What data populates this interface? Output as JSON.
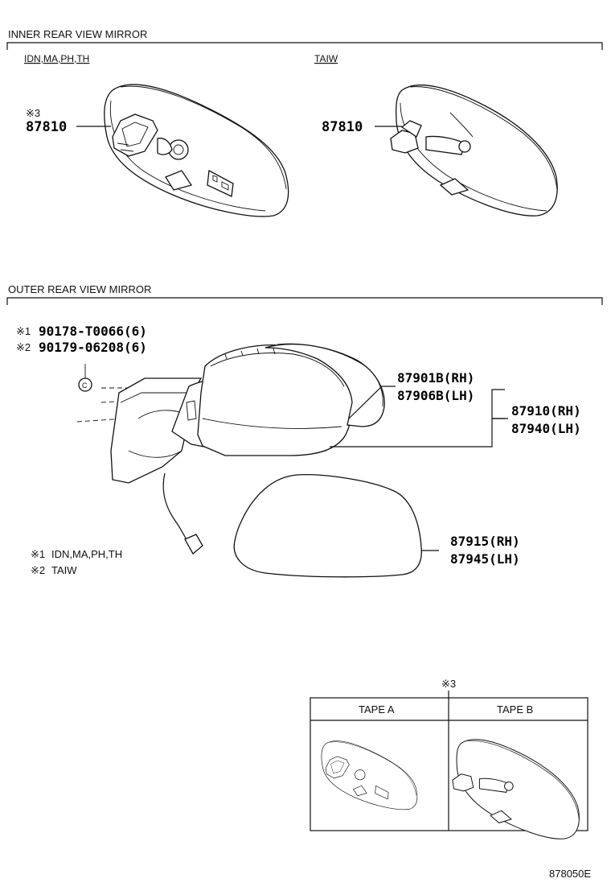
{
  "sections": {
    "inner": {
      "title": "INNER REAR VIEW MIRROR",
      "variant_left": "IDN,MA,PH,TH",
      "variant_right": "TAIW",
      "note_mark": "※3",
      "part_left": "87810",
      "part_right": "87810"
    },
    "outer": {
      "title": "OUTER REAR VIEW MIRROR",
      "fasteners": [
        {
          "mark": "※1",
          "part": "90178-T0066(6)"
        },
        {
          "mark": "※2",
          "part": "90179-06208(6)"
        }
      ],
      "fastener_icon_label": "C",
      "parts": [
        {
          "rh": "87901B(RH)",
          "lh": "87906B(LH)"
        },
        {
          "rh": "87910(RH)",
          "lh": "87940(LH)"
        },
        {
          "rh": "87915(RH)",
          "lh": "87945(LH)"
        }
      ],
      "notes": [
        {
          "mark": "※1",
          "text": "IDN,MA,PH,TH"
        },
        {
          "mark": "※2",
          "text": "TAIW"
        }
      ]
    },
    "tape": {
      "mark": "※3",
      "col_a": "TAPE A",
      "col_b": "TAPE B"
    }
  },
  "diagram_id": "878050E"
}
